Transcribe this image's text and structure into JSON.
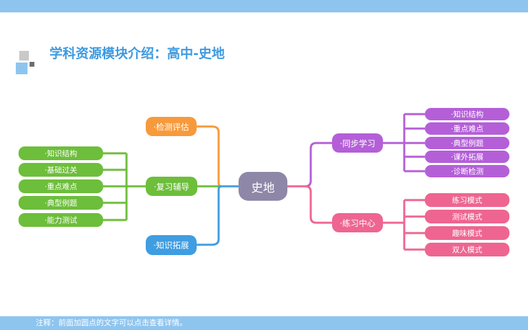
{
  "title": "学科资源模块介绍：高中-史地",
  "footnote": "注释：前面加圆点的文字可以点击查看详情。",
  "colors": {
    "bar": "#8ec5ef",
    "title": "#3d9ae0",
    "center": "#8f87a8",
    "orange": "#f79a3c",
    "green": "#6dbe3b",
    "blue": "#3f9de2",
    "purple": "#b45fd8",
    "pink": "#ee6591"
  },
  "center": "史地",
  "left": {
    "jiance": "·检测评估",
    "fuxi": {
      "label": "·复习辅导",
      "items": [
        "·知识结构",
        "·基础过关",
        "·重点难点",
        "·典型例题",
        "·能力测试"
      ]
    },
    "tuozhan": "·知识拓展"
  },
  "right": {
    "tongbu": {
      "label": "·同步学习",
      "items": [
        "·知识结构",
        "·重点难点",
        "·典型例题",
        "·课外拓展",
        "·诊断检测"
      ]
    },
    "lianxi": {
      "label": "·练习中心",
      "items": [
        "练习模式",
        "测试模式",
        "趣味模式",
        "双人模式"
      ]
    }
  }
}
